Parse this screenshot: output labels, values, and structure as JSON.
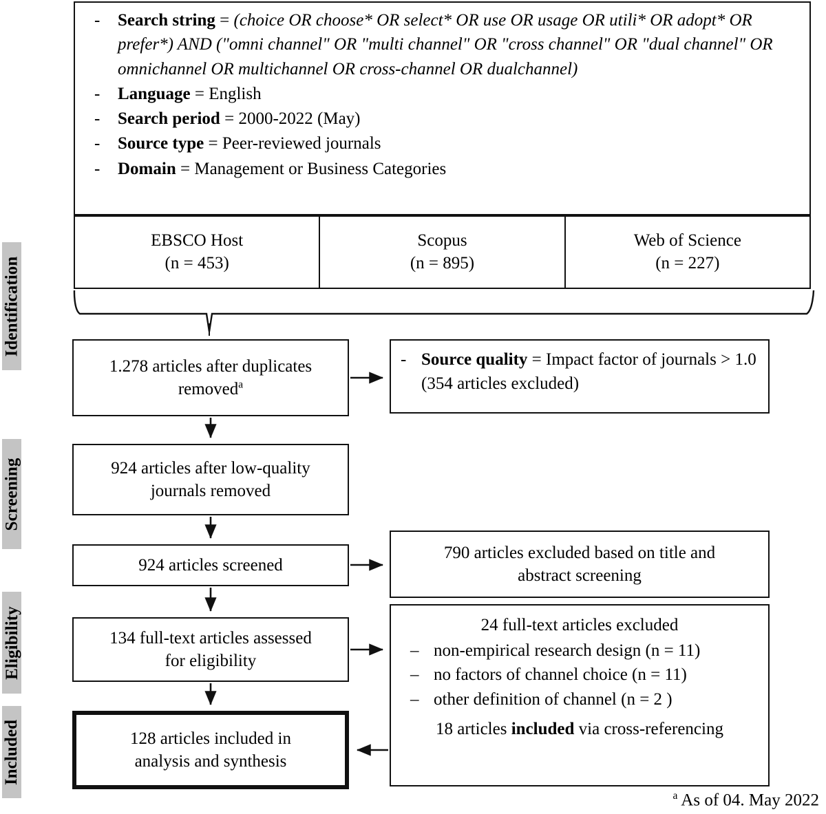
{
  "phases": [
    {
      "id": "identification",
      "label": "Identification"
    },
    {
      "id": "screening",
      "label": "Screening"
    },
    {
      "id": "eligibility",
      "label": "Eligibility"
    },
    {
      "id": "included",
      "label": "Included"
    }
  ],
  "criteria": [
    {
      "dash": "-",
      "term": "Search string",
      "eq": " = ",
      "value": "(choice OR choose* OR select* OR use OR usage OR utili* OR adopt* OR prefer*) AND (\"omni channel\" OR \"multi channel\" OR \"cross channel\" OR \"dual channel\" OR omnichannel OR multichannel OR cross-channel OR dualchannel)",
      "italic": true
    },
    {
      "dash": "-",
      "term": "Language",
      "eq": " = ",
      "value": "English",
      "italic": false
    },
    {
      "dash": "-",
      "term": "Search period",
      "eq": " = ",
      "value": "2000-2022 (May)",
      "italic": false
    },
    {
      "dash": "-",
      "term": "Source type",
      "eq": " = ",
      "value": "Peer-reviewed journals",
      "italic": false
    },
    {
      "dash": "-",
      "term": "Domain",
      "eq": " = ",
      "value": "Management or Business Categories",
      "italic": false
    }
  ],
  "databases": [
    {
      "name": "EBSCO Host",
      "count": "(n = 453)"
    },
    {
      "name": "Scopus",
      "count": "(n = 895)"
    },
    {
      "name": "Web of Science",
      "count": "(n = 227)"
    }
  ],
  "flow": {
    "duplicates": {
      "line1": "1.278 articles after duplicates",
      "line2": "removed",
      "footnote_marker": "a"
    },
    "low_quality": {
      "line1": "924 articles after low-quality",
      "line2": "journals removed"
    },
    "screened": {
      "line1": "924 articles screened"
    },
    "full_text": {
      "line1": "134 full-text articles assessed",
      "line2": "for eligibility"
    },
    "included_final": {
      "line1": "128 articles included in",
      "line2": "analysis and synthesis"
    }
  },
  "exclusions": {
    "source_quality": {
      "dash": "-",
      "term": "Source quality",
      "eq": " = ",
      "value": "Impact factor of journals > 1.0 (354 articles excluded)"
    },
    "title_abstract": {
      "line1": "790 articles excluded based on title and",
      "line2": "abstract screening"
    },
    "full_text": {
      "title": "24 full-text articles excluded",
      "items": [
        {
          "dash": "–",
          "text": "non-empirical research design (n = 11)"
        },
        {
          "dash": "–",
          "text": "no factors of channel choice (n = 11)"
        },
        {
          "dash": "–",
          "text": "other definition of channel (n = 2 )"
        }
      ],
      "cross_reference": {
        "pre": "18 articles ",
        "bold": "included",
        "post": " via cross-referencing"
      }
    }
  },
  "footnote": {
    "marker": "a",
    "text": " As of 04. May 2022"
  },
  "colors": {
    "line": "#111111",
    "phase_background": "#c4c4c4",
    "page_background": "#ffffff"
  }
}
